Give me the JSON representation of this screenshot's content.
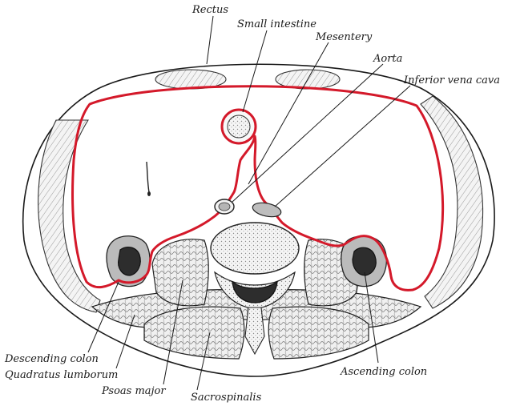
{
  "labels": {
    "rectus": "Rectus",
    "small_intestine": "Small intestine",
    "mesentery": "Mesentery",
    "aorta": "Aorta",
    "inferior_vena_cava": "Inferior vena cava",
    "descending_colon": "Descending colon",
    "quadratus_lumborum": "Quadratus lumborum",
    "psoas_major": "Psoas major",
    "sacrospinalis": "Sacrospinalis",
    "ascending_colon": "Ascending colon"
  },
  "colors": {
    "peritoneum": "#d4192a",
    "outline": "#1a1a1a",
    "tissue_fill": "#efefef"
  }
}
